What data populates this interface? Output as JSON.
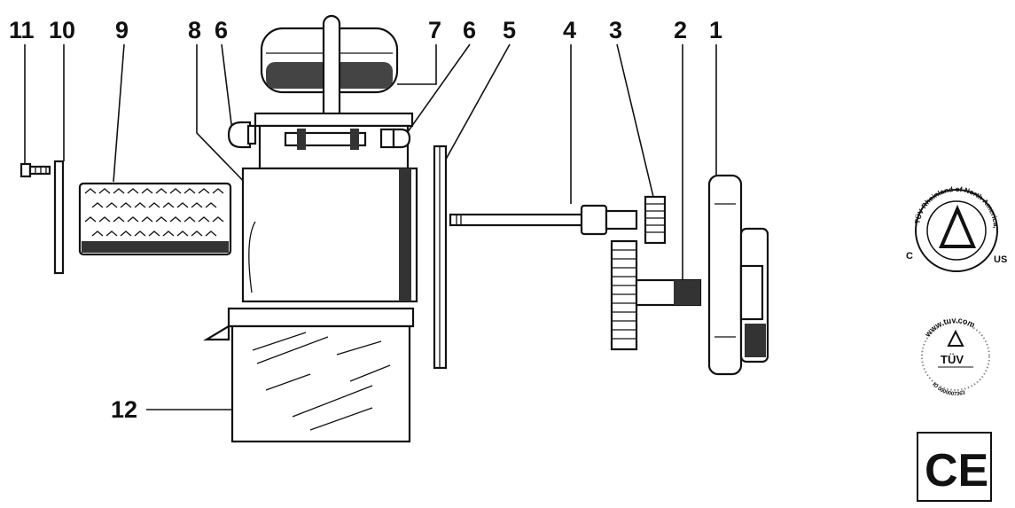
{
  "callouts": {
    "c1": "1",
    "c2": "2",
    "c3": "3",
    "c4": "4",
    "c5": "5",
    "c6a": "6",
    "c6b": "6",
    "c7": "7",
    "c8": "8",
    "c9": "9",
    "c10": "10",
    "c11": "11",
    "c12": "12"
  },
  "certifications": {
    "tuv_rheinland": {
      "arc_text": "TÜV Rheinland of North America, Inc.",
      "left": "C",
      "right": "US"
    },
    "tuv_www": {
      "top_text": "www.tuv.com",
      "middle": "TÜV",
      "bottom_text": "ID 0000007363"
    },
    "ce_mark": "CE"
  }
}
